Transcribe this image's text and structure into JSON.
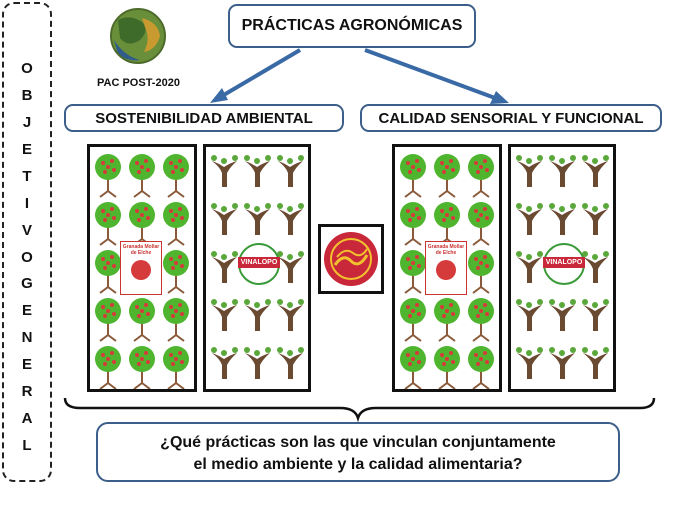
{
  "title": "PRÁCTICAS AGRONÓMICAS",
  "pac_label": "PAC POST-2020",
  "left_branch": "SOSTENIBILIDAD AMBIENTAL",
  "right_branch": "CALIDAD SENSORIAL Y FUNCIONAL",
  "side_label": {
    "word1": [
      "O",
      "B",
      "J",
      "E",
      "T",
      "I",
      "V",
      "O"
    ],
    "word2": [
      "G",
      "E",
      "N",
      "E",
      "R",
      "A",
      "L"
    ]
  },
  "question": {
    "line1": "¿Qué prácticas son las que vinculan conjuntamente",
    "line2": "el medio ambiente y la calidad alimentaria?"
  },
  "logos": {
    "granada": {
      "line1": "Granada Mollar",
      "line2": "de Elche"
    },
    "vinalopo": "VINALOPO"
  },
  "colors": {
    "accent_border": "#3b5e8a",
    "arrow": "#3a6aa5",
    "tree_canopy": "#4fb52e",
    "fruit": "#d63b3b",
    "vine_trunk": "#6b4a32",
    "dop_seal": "#c8283a"
  }
}
